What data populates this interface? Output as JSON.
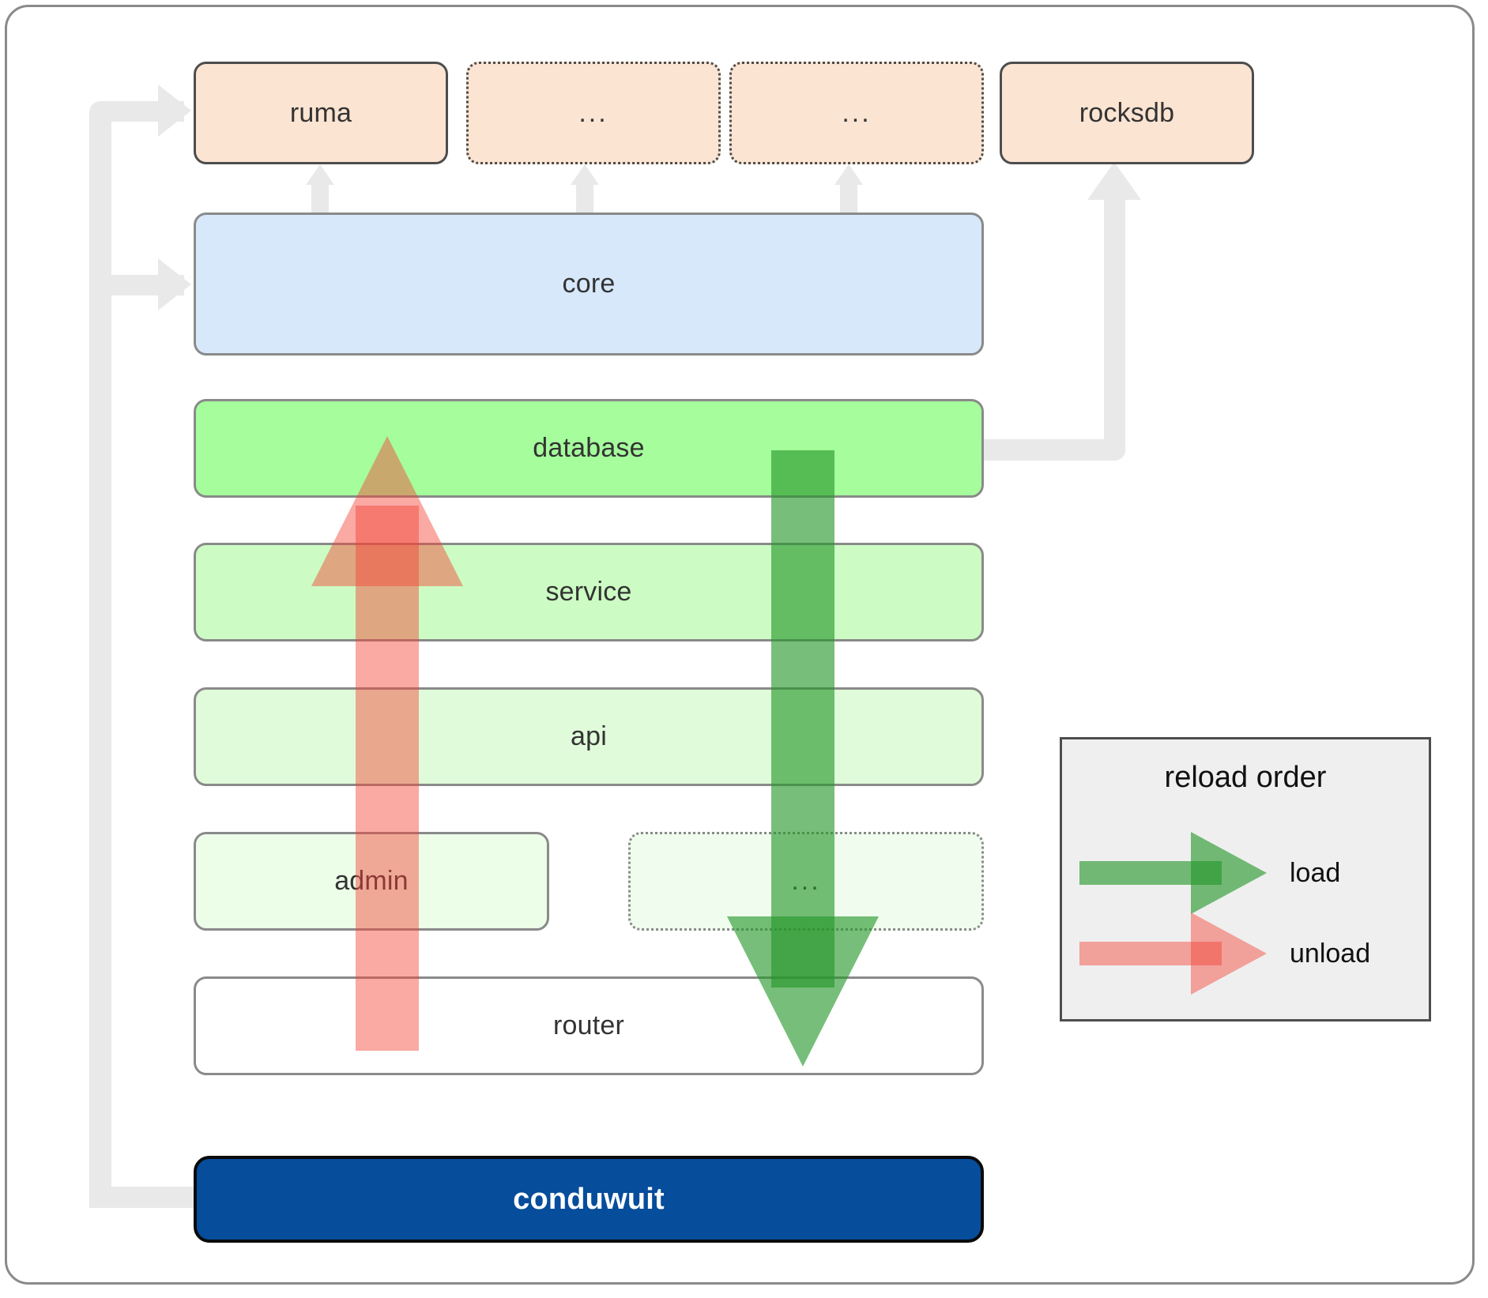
{
  "diagram": {
    "title": "conduwuit crate layering / reload order",
    "colors": {
      "dependency_fill": "#fce4d2",
      "dependency_border": "#4d4d4d",
      "core_fill": "#d7e8fb",
      "database_fill": "#a5fd9c",
      "service_fill": "#ccfcc3",
      "api_fill": "#e0fbd9",
      "admin_fill": "#ecfde8",
      "dots_fill": "#f0fdee",
      "router_fill": "#ffffff",
      "app_fill": "#064d9b",
      "app_text": "#ffffff",
      "connector": "#e9e9e9",
      "load_arrow": "#2f9e35",
      "unload_arrow": "#f44336",
      "legend_fill": "#efefef",
      "node_border": "#8a8a8a"
    },
    "dependencies": [
      {
        "label": "ruma",
        "style": "solid"
      },
      {
        "label": "...",
        "style": "dotted"
      },
      {
        "label": "...",
        "style": "dotted"
      },
      {
        "label": "rocksdb",
        "style": "solid"
      }
    ],
    "core": {
      "label": "core"
    },
    "layers": [
      {
        "label": "database",
        "style": "solid"
      },
      {
        "label": "service",
        "style": "solid"
      },
      {
        "label": "api",
        "style": "solid"
      },
      {
        "label": "admin",
        "style": "solid"
      },
      {
        "label": "...",
        "style": "dotted"
      },
      {
        "label": "router",
        "style": "solid"
      }
    ],
    "app": {
      "label": "conduwuit"
    },
    "legend": {
      "title": "reload order",
      "entries": [
        {
          "label": "load",
          "color": "#2f9e35",
          "direction": "right"
        },
        {
          "label": "unload",
          "color": "#f44336",
          "direction": "right"
        }
      ]
    },
    "flow_arrows": [
      {
        "name": "unload",
        "direction": "up",
        "from": "router",
        "to": "database"
      },
      {
        "name": "load",
        "direction": "down",
        "from": "database",
        "to": "router"
      }
    ]
  }
}
